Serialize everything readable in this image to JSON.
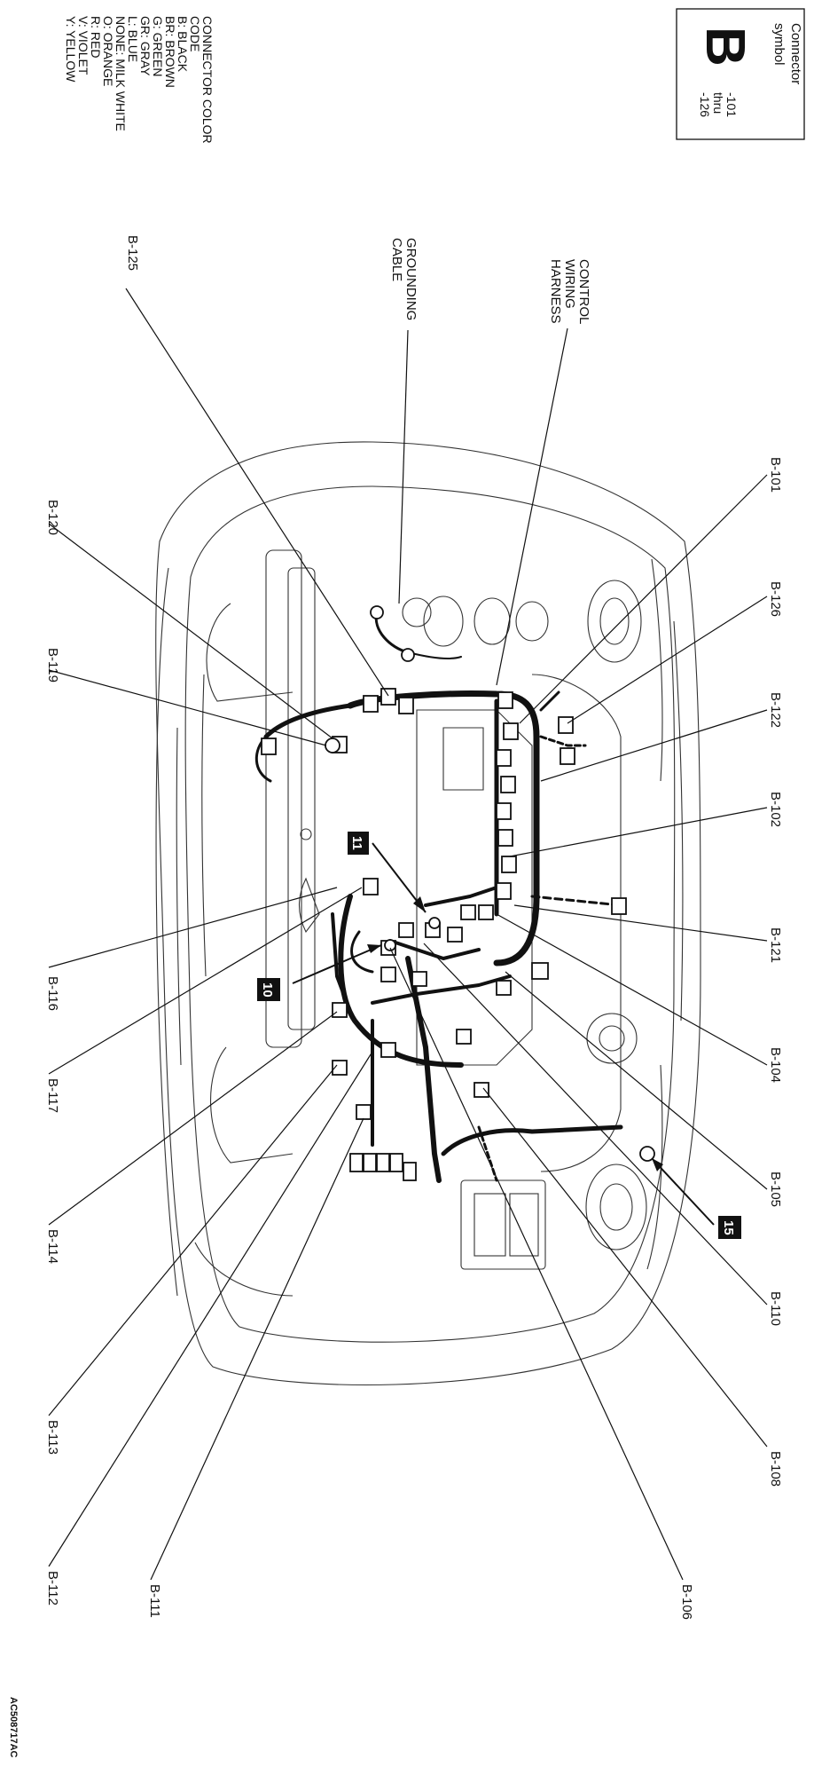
{
  "connector_symbol": {
    "heading_line1": "Connector",
    "heading_line2": "symbol",
    "letter": "B",
    "range_start": "-101",
    "range_word": "thru",
    "range_end": "-126"
  },
  "color_code": {
    "title_line1": "CONNECTOR COLOR",
    "title_line2": "CODE",
    "entries": [
      "B: BLACK",
      "BR: BROWN",
      "G: GREEN",
      "GR: GRAY",
      "L: BLUE",
      "NONE: MILK WHITE",
      "O: ORANGE",
      "R: RED",
      "V: VIOLET",
      "Y: YELLOW"
    ]
  },
  "harness_labels": {
    "grounding_line1": "GROUNDING",
    "grounding_line2": "CABLE",
    "control_line1": "CONTROL",
    "control_line2": "WIRING",
    "control_line3": "HARNESS"
  },
  "connectors": {
    "b101": "B-101",
    "b126": "B-126",
    "b122": "B-122",
    "b102": "B-102",
    "b121": "B-121",
    "b104": "B-104",
    "b105": "B-105",
    "b110": "B-110",
    "b108": "B-108",
    "b106": "B-106",
    "b125": "B-125",
    "b120": "B-120",
    "b119": "B-119",
    "b116": "B-116",
    "b117": "B-117",
    "b114": "B-114",
    "b113": "B-113",
    "b112": "B-112",
    "b111": "B-111"
  },
  "ground_points": {
    "g11": "11",
    "g10": "10",
    "g15": "15"
  },
  "figure_code": "AC508717AC"
}
